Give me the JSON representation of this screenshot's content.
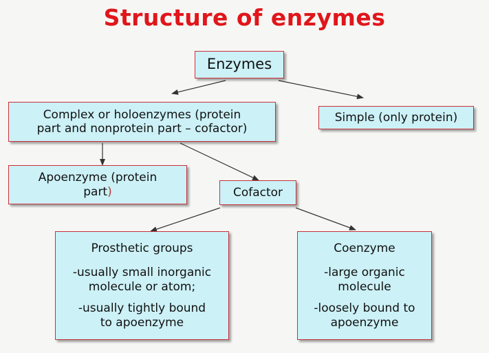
{
  "title": "Structure of enzymes",
  "nodes": {
    "enzymes": "Enzymes",
    "complex": {
      "line1": "Complex or holoenzymes (protein",
      "line2": "part and nonprotein part – cofactor",
      "line2_end": ")"
    },
    "simple": "Simple (only protein)",
    "apoenzyme": {
      "line1": "Apoenzyme (protein",
      "line2": "part",
      "line2_end": ")"
    },
    "cofactor": "Cofactor",
    "prosthetic": {
      "heading": "Prosthetic groups",
      "point1_line1": "-usually small inorganic",
      "point1_line2": "molecule or atom;",
      "point2_line1": "-usually tightly bound",
      "point2_line2": "to apoenzyme"
    },
    "coenzyme": {
      "heading": "Coenzyme",
      "point1_line1": "-large organic",
      "point1_line2": "molecule",
      "point2_line1": "-loosely bound to",
      "point2_line2": "apoenzyme"
    }
  },
  "colors": {
    "title": "#e0161b",
    "box_fill": "#ccf1f7",
    "box_border": "#c9303a",
    "arrow": "#333333",
    "background": "#f6f7f4"
  }
}
